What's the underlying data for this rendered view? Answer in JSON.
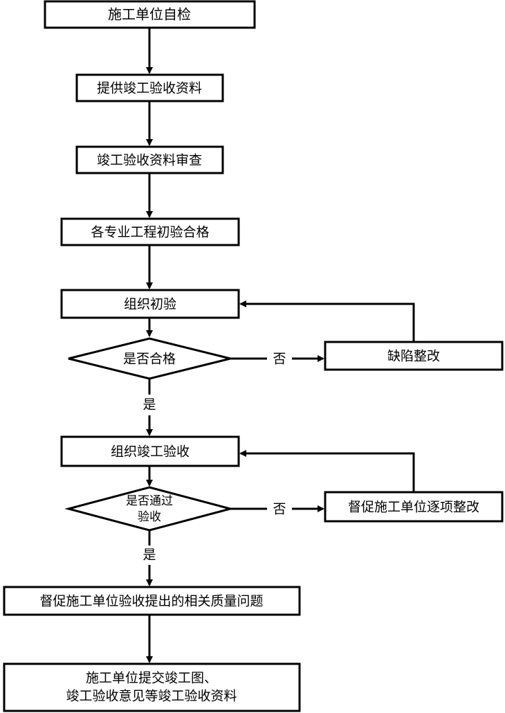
{
  "nodes": {
    "self_inspection": "施工单位自检",
    "provide_docs": "提供竣工验收资料",
    "review_docs": "竣工验收资料审查",
    "initial_pass": "各专业工程初验合格",
    "organize_initial": "组织初验",
    "is_qualified": "是否合格",
    "defect_rectify": "缺陷整改",
    "organize_final": "组织竣工验收",
    "is_passed_line1": "是否通过",
    "is_passed_line2": "验收",
    "urge_itemized": "督促施工单位逐项整改",
    "urge_quality": "督促施工单位验收提出的相关质量问题",
    "submit_line1": "施工单位提交竣工图、",
    "submit_line2": "竣工验收意见等竣工验收资料"
  },
  "edge_labels": {
    "no_1": "否",
    "yes_1": "是",
    "no_2": "否",
    "yes_2": "是"
  }
}
